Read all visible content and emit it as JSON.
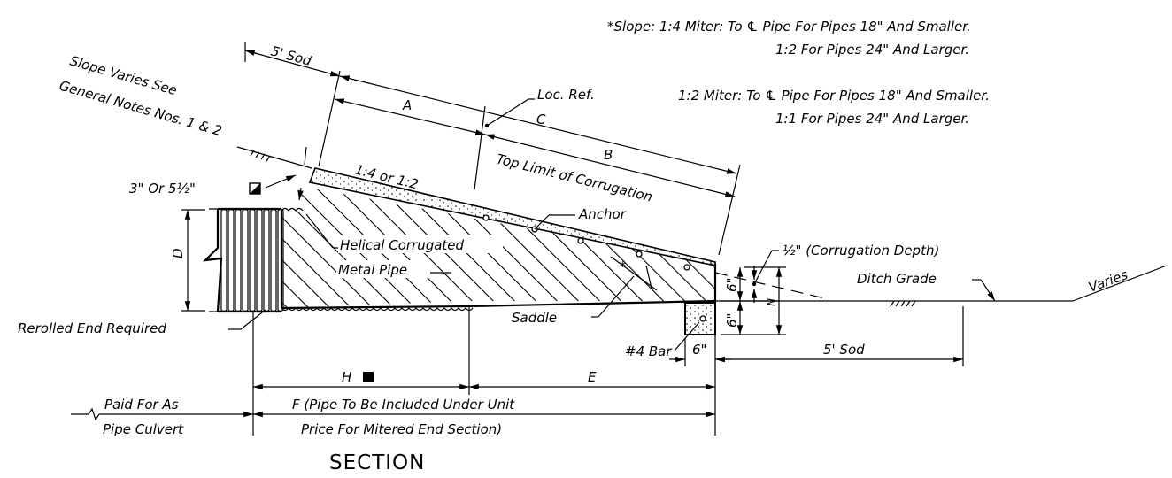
{
  "notes": {
    "line1": "*Slope: 1:4 Miter: To ℄ Pipe For Pipes 18\" And Smaller.",
    "line2": "1:2 For Pipes 24\" And Larger.",
    "line3": "1:2 Miter: To ℄ Pipe For Pipes 18\" And Smaller.",
    "line4": "1:1 For Pipes 24\" And Larger."
  },
  "labels": {
    "sod_top": "5' Sod",
    "slope_varies_1": "Slope Varies See",
    "slope_varies_2": "General Notes Nos. 1 & 2",
    "dim_a": "A",
    "dim_b": "B",
    "dim_c": "C",
    "loc_ref": "Loc. Ref.",
    "top_limit": "Top Limit of Corrugation",
    "slope_ratio": "1:4 or 1:2",
    "thickness": "3\" Or 5½\"",
    "anchor": "Anchor",
    "dim_d": "D",
    "helical_1": "Helical Corrugated",
    "helical_2": "Metal Pipe",
    "saddle": "Saddle",
    "star": "*",
    "corr_depth": "½\" (Corrugation Depth)",
    "ditch_grade": "Ditch Grade",
    "varies": "Varies",
    "six_top": "6\"",
    "six_bottom": "6\"",
    "dim_n": "N",
    "bar": "#4 Bar",
    "six_width": "6\"",
    "sod_bottom": "5' Sod",
    "rerolled": "Rerolled End Required",
    "dim_h": "H",
    "dim_e": "E",
    "paid_1": "Paid For As",
    "paid_2": "Pipe Culvert",
    "f_1": "F (Pipe To Be Included Under Unit",
    "f_2": "Price For Mitered End Section)",
    "title": "SECTION"
  }
}
